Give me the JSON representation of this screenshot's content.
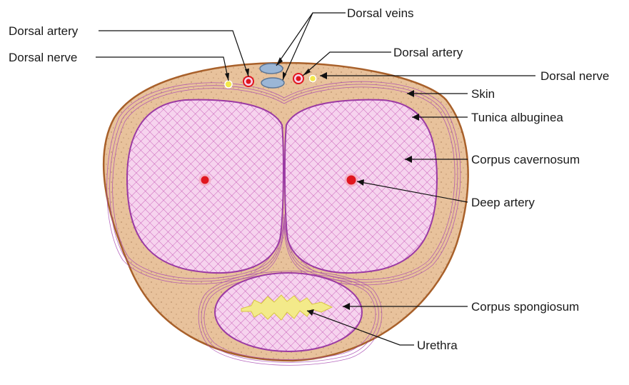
{
  "diagram": {
    "colors": {
      "skin_fill": "#e8c29c",
      "skin_outline": "#a8602a",
      "tissue_fill": "#f6d3ee",
      "tissue_mesh": "#c04ab0",
      "tunica_fiber": "#a646b0",
      "artery": "#e0161e",
      "vein": "#9bb6d6",
      "nerve": "#f2e84a",
      "urethra": "#f3ea8a"
    },
    "labels": {
      "dorsal_veins": "Dorsal veins",
      "dorsal_artery_left": "Dorsal artery",
      "dorsal_nerve_left": "Dorsal nerve",
      "dorsal_artery_right": "Dorsal artery",
      "dorsal_nerve_right": "Dorsal nerve",
      "skin": "Skin",
      "tunica_albuginea": "Tunica albuginea",
      "corpus_cavernosum": "Corpus cavernosum",
      "deep_artery": "Deep artery",
      "corpus_spongiosum": "Corpus spongiosum",
      "urethra": "Urethra"
    }
  }
}
